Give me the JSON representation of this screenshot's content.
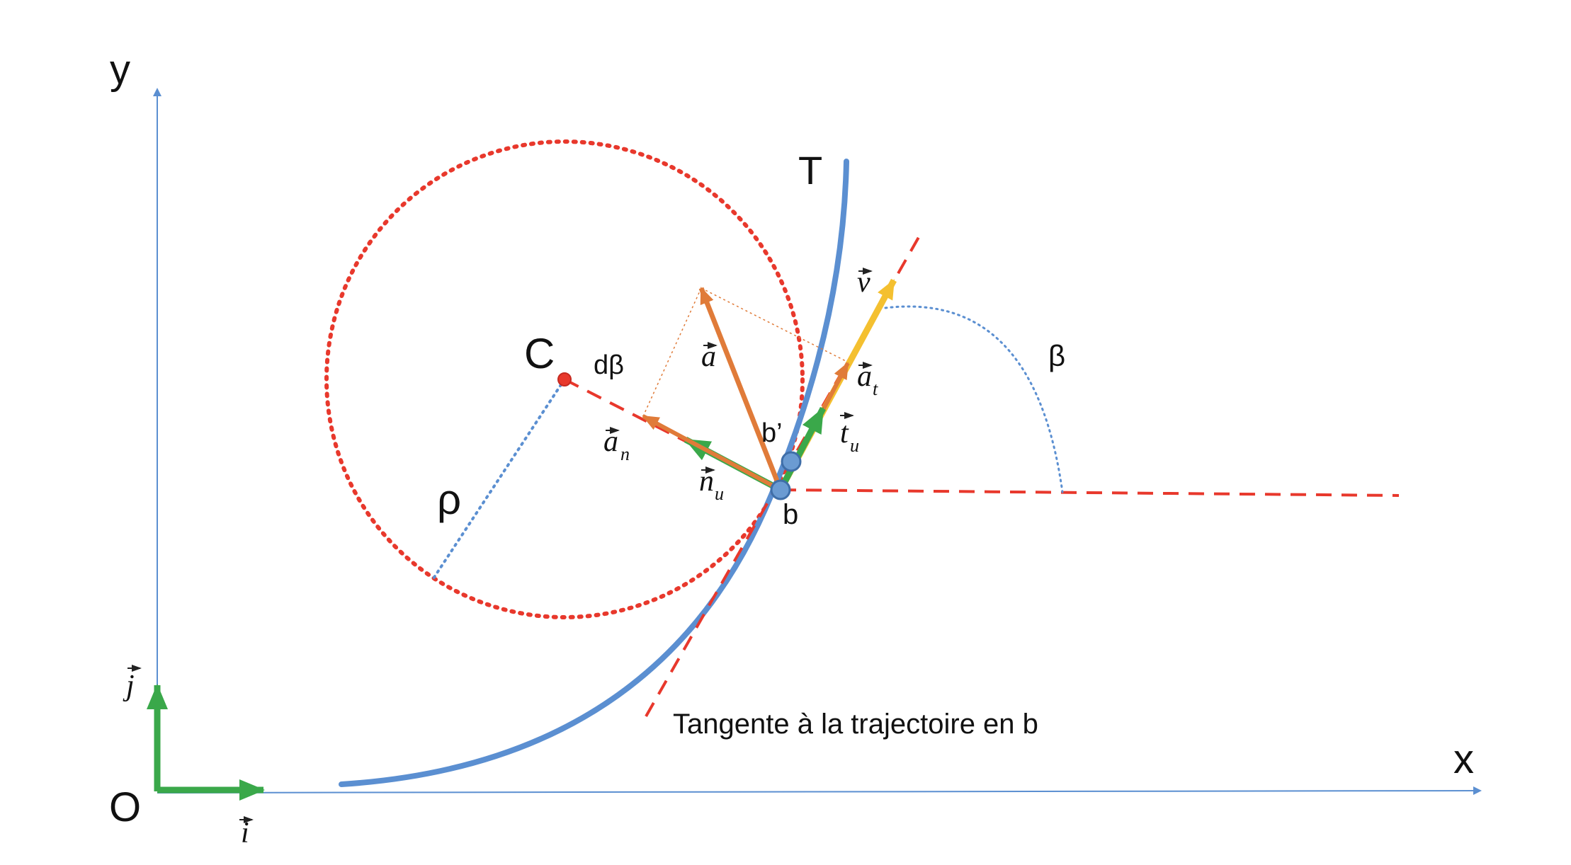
{
  "diagram": {
    "axes": {
      "x_label": "x",
      "y_label": "y",
      "origin_label": "O",
      "unit_i": "i",
      "unit_j": "j"
    },
    "points": {
      "center": "C",
      "b": "b",
      "b_prime": "b’",
      "trajectory": "T"
    },
    "labels": {
      "radius": "ρ",
      "angle": "β",
      "dangle": "dβ",
      "tangent_caption": "Tangente à la trajectoire en b"
    },
    "vectors": {
      "velocity": "v",
      "acceleration": "a",
      "acc_tangential": "a",
      "acc_tangential_sub": "t",
      "acc_normal": "a",
      "acc_normal_sub": "n",
      "unit_tangent": "t",
      "unit_tangent_sub": "u",
      "unit_normal": "n",
      "unit_normal_sub": "u"
    },
    "colors": {
      "axes": "#5b8fd1",
      "trajectory": "#5b8fd1",
      "circle": "#e8382c",
      "dashed_lines": "#e8382c",
      "acceleration": "#e07b39",
      "velocity": "#f4c030",
      "unit_vectors": "#3aa84a",
      "points": "#6b9bd2"
    }
  }
}
